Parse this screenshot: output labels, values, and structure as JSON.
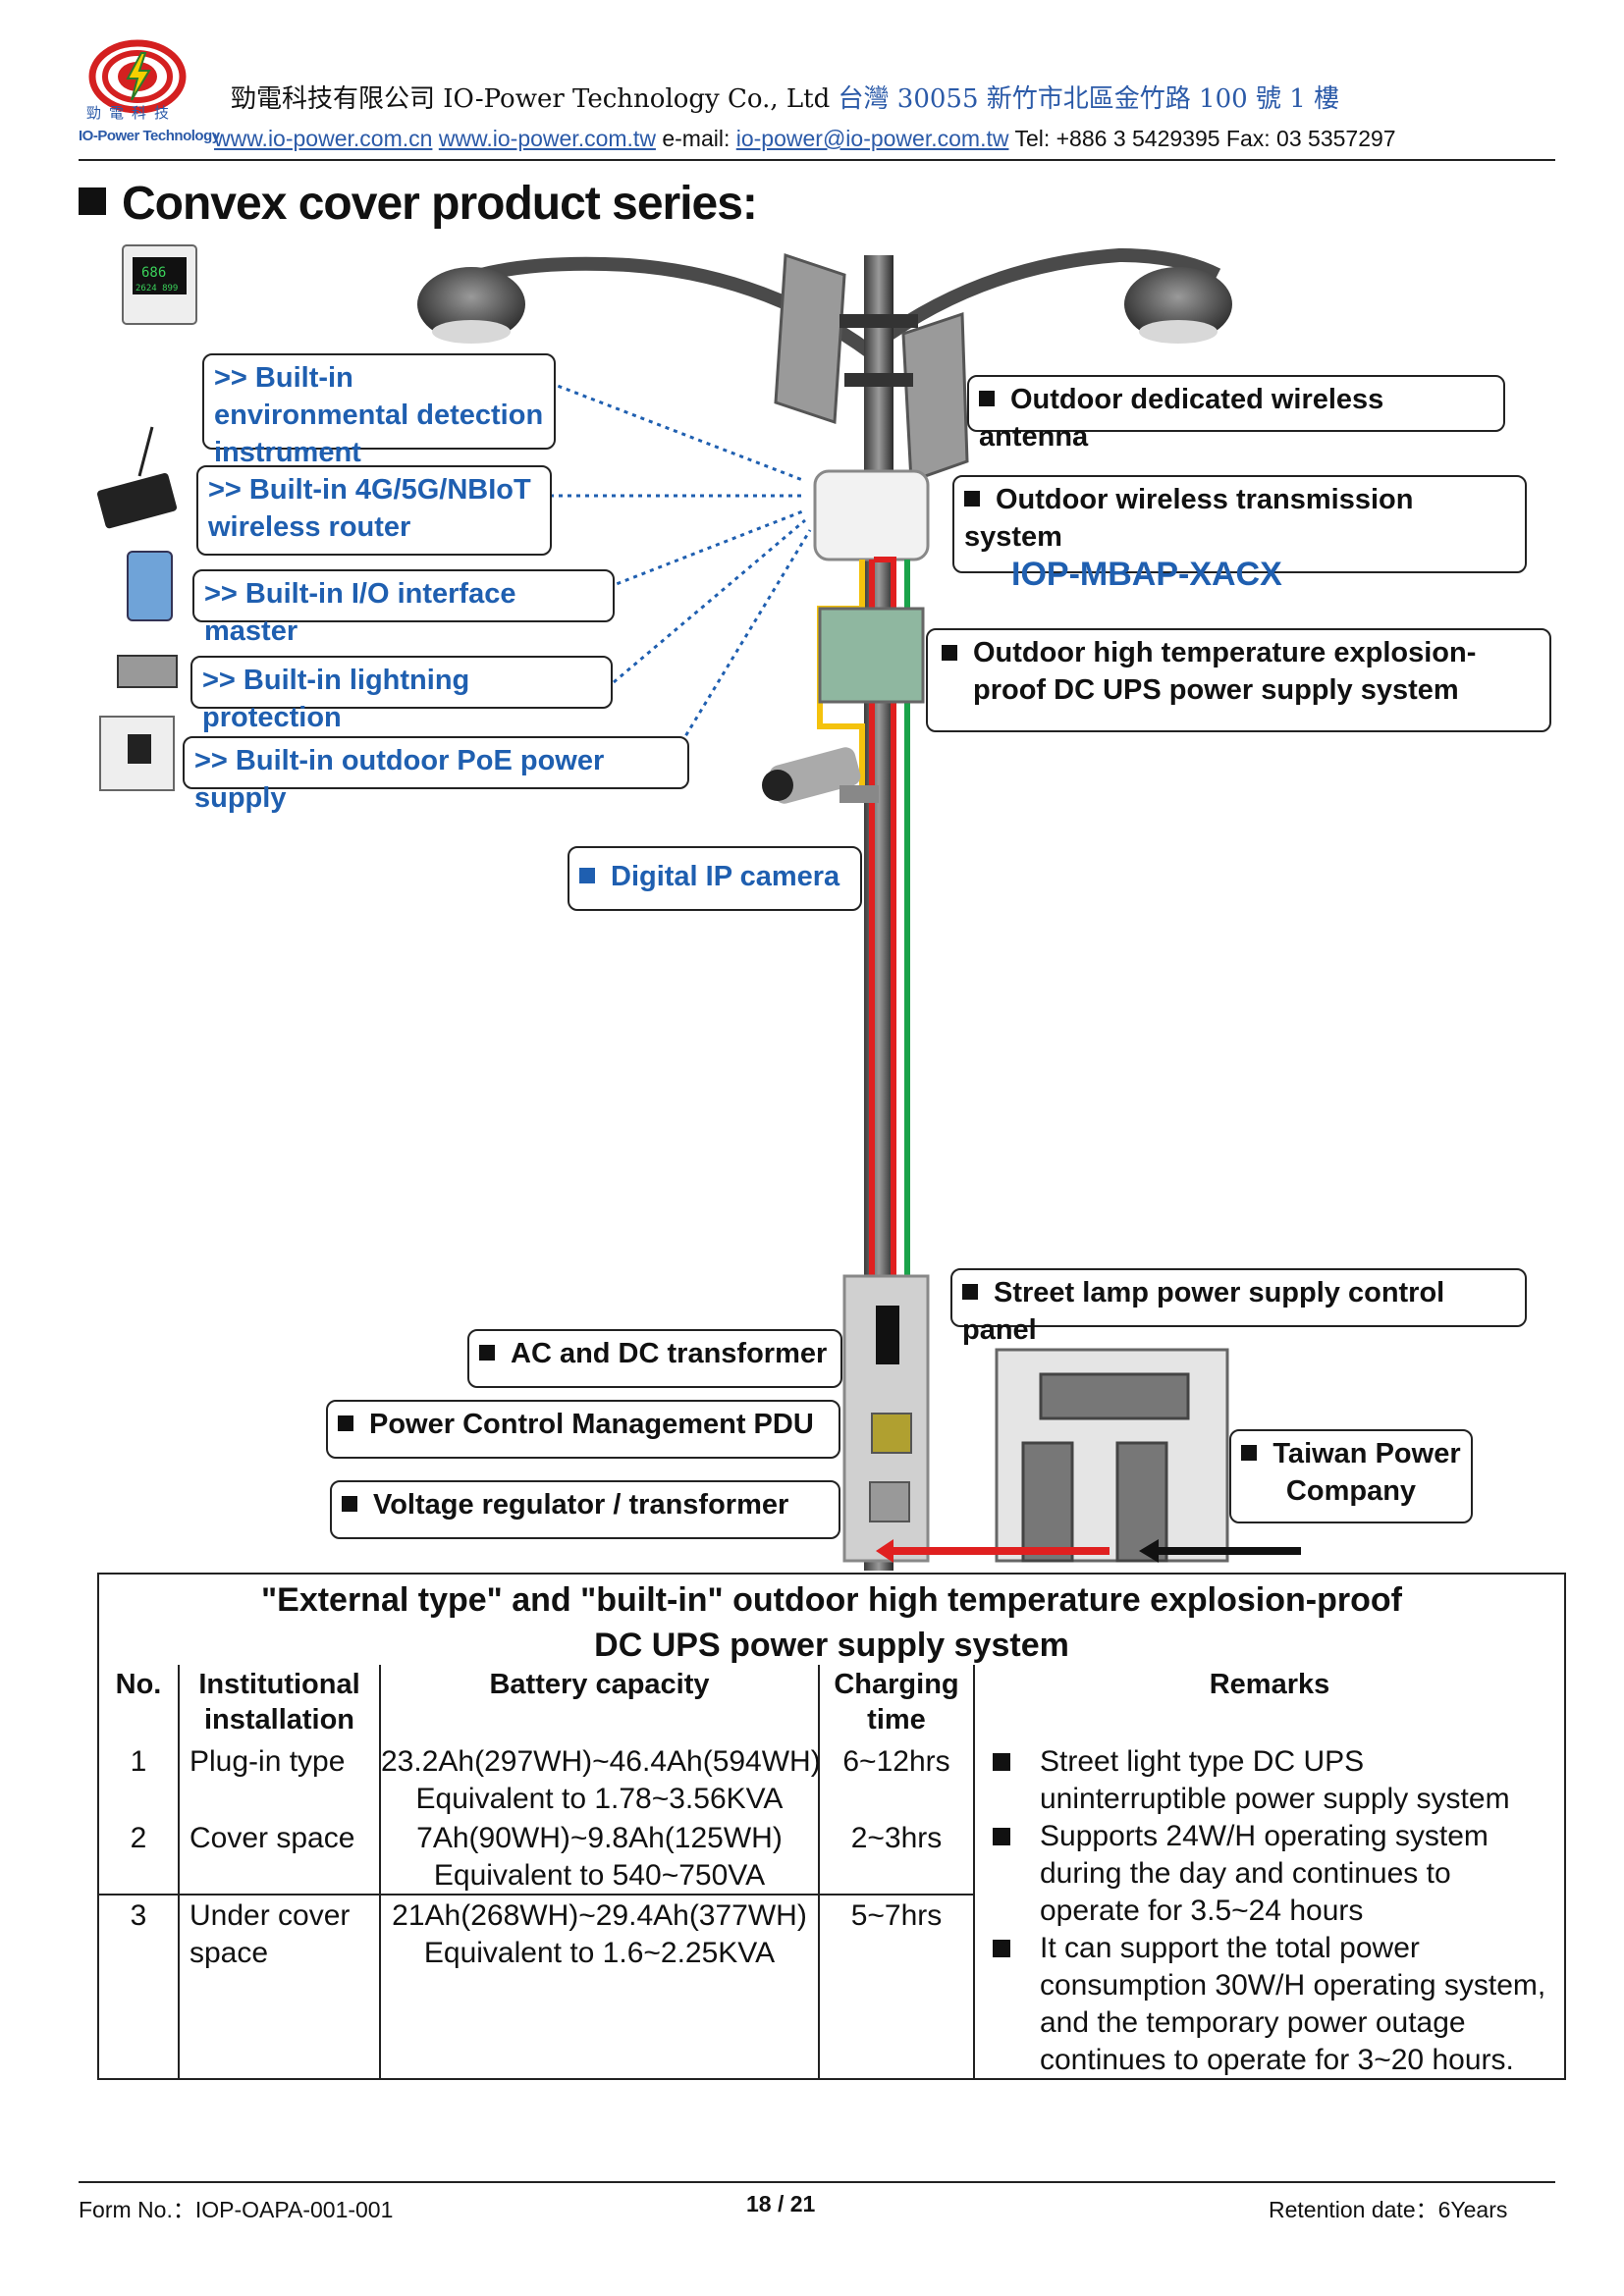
{
  "header": {
    "logo_text_cn": "勁電科技",
    "logo_text_en": "IO-Power Technology",
    "company_cn": "勁電科技有限公司",
    "company_en": "IO-Power Technology Co., Ltd",
    "address_cn": "台灣 30055 新竹市北區金竹路 100 號 1 樓",
    "website_cn": "www.io-power.com.cn",
    "website_tw": "www.io-power.com.tw",
    "email_label": "e-mail:",
    "email": "io-power@io-power.com.tw",
    "tel_fax": "Tel: +886 3 5429395 Fax: 03 5357297"
  },
  "title": "Convex cover product series:",
  "diagram": {
    "left_callouts": [
      {
        "label": ">> Built-in environmental detection instrument"
      },
      {
        "label": ">> Built-in 4G/5G/NBIoT wireless router"
      },
      {
        "label": ">> Built-in I/O interface master"
      },
      {
        "label": ">> Built-in lightning protection"
      },
      {
        "label": ">> Built-in outdoor PoE power supply"
      }
    ],
    "right_callouts": {
      "antenna": "Outdoor dedicated wireless antenna",
      "transmission": "Outdoor wireless transmission system",
      "transmission_model": "IOP-MBAP-XACX",
      "ups": "Outdoor high temperature explosion-proof DC UPS power supply system",
      "camera": "Digital IP camera",
      "street_panel": "Street lamp power supply control panel",
      "ac_dc": "AC and DC transformer",
      "pdu": "Power Control Management PDU",
      "regulator": "Voltage regulator / transformer",
      "taiwan_power": "Taiwan Power Company"
    },
    "env_display": {
      "line1": "686",
      "line2": "2624  899"
    }
  },
  "table": {
    "caption_line1": "\"External type\" and \"built-in\" outdoor high temperature explosion-proof",
    "caption_line2": "DC UPS power supply system",
    "headers": {
      "no": "No.",
      "install": "Institutional installation",
      "battery": "Battery capacity",
      "charging": "Charging time",
      "remarks": "Remarks"
    },
    "rows": [
      {
        "no": "1",
        "install": "Plug-in type",
        "battery_1": "23.2Ah(297WH)~46.4Ah(594WH)",
        "battery_2": "Equivalent to 1.78~3.56KVA",
        "charging": "6~12hrs"
      },
      {
        "no": "2",
        "install": "Cover space",
        "battery_1": "7Ah(90WH)~9.8Ah(125WH)",
        "battery_2": "Equivalent to 540~750VA",
        "charging": "2~3hrs"
      },
      {
        "no": "3",
        "install": "Under cover space",
        "battery_1": "21Ah(268WH)~29.4Ah(377WH)",
        "battery_2": "Equivalent to 1.6~2.25KVA",
        "charging": "5~7hrs"
      }
    ],
    "remarks": [
      "Street light type DC UPS uninterruptible power supply system",
      "Supports 24W/H operating system during the day and continues to operate for 3.5~24 hours",
      "It can support the total power consumption 30W/H operating system, and the temporary power outage continues to operate for 3~20 hours."
    ]
  },
  "footer": {
    "form_no": "Form No.：IOP-OAPA-001-001",
    "page": "18 / 21",
    "retention": "Retention date：6Years"
  },
  "colors": {
    "accent_blue": "#1f5fb0",
    "wire_red": "#e02020",
    "wire_green": "#1aa34a",
    "wire_yellow": "#f4c20d",
    "logo_red": "#d42020"
  }
}
